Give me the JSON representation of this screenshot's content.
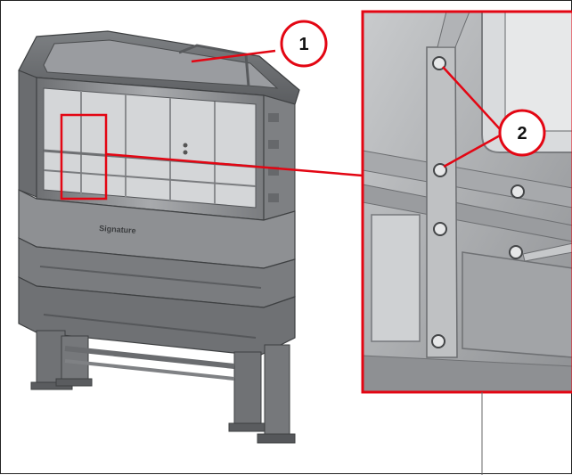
{
  "callouts": [
    {
      "id": "1",
      "label": "1"
    },
    {
      "id": "2",
      "label": "2"
    }
  ],
  "overlay_text": {
    "brand_text": "Signature"
  },
  "colors": {
    "accent": "#e30613",
    "metal_dark": "#5a5c5f",
    "metal_mid": "#8c8f92",
    "metal_light": "#b9bbbd",
    "frame": "#222222"
  }
}
